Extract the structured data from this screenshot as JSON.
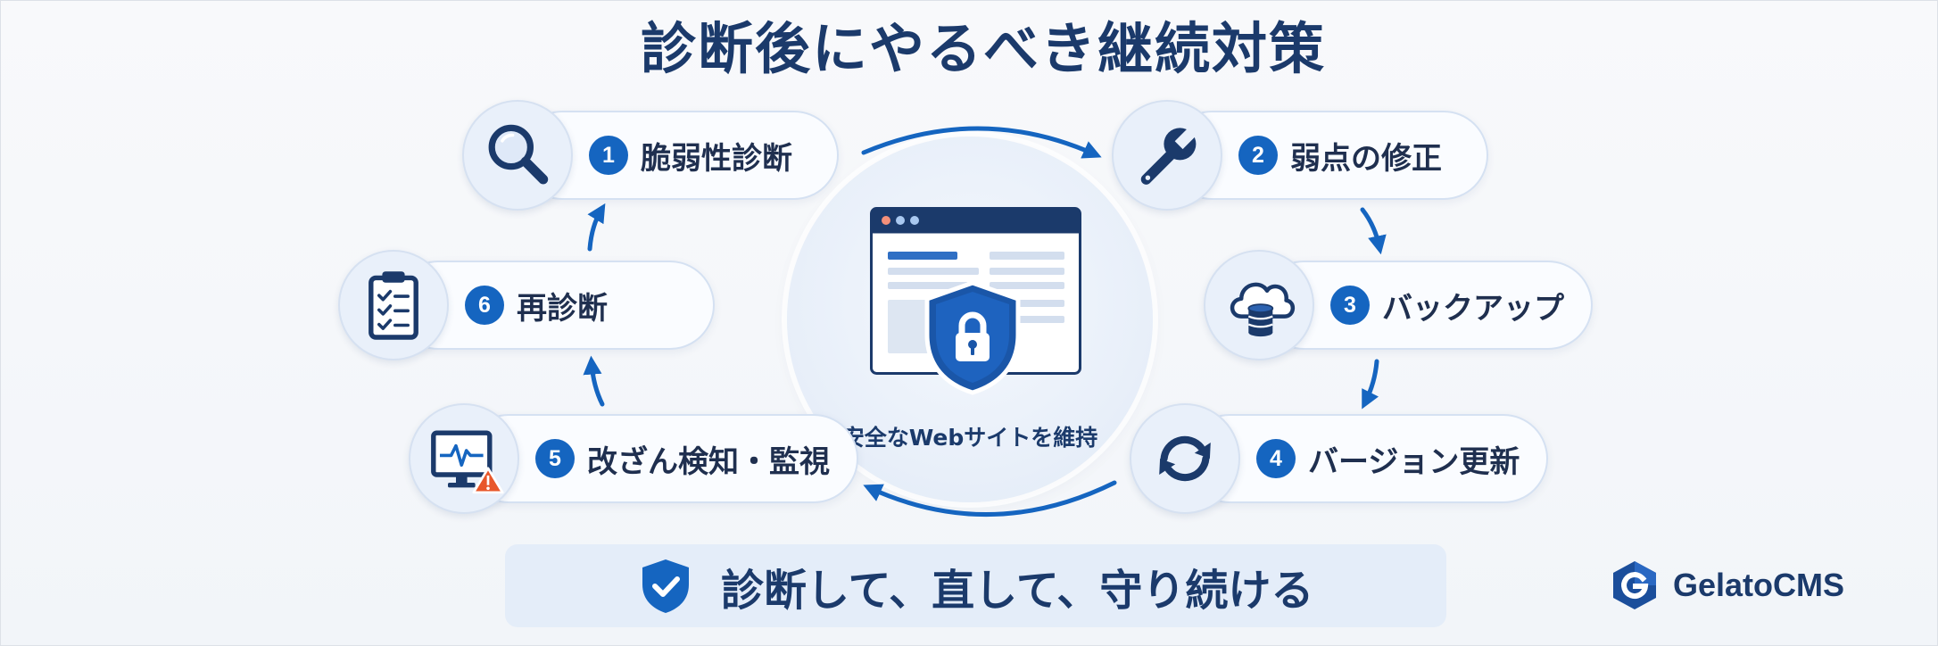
{
  "title": "診断後にやるべき継続対策",
  "steps": [
    {
      "number": "1",
      "label": "脆弱性診断",
      "icon": "magnifier-icon"
    },
    {
      "number": "2",
      "label": "弱点の修正",
      "icon": "wrench-icon"
    },
    {
      "number": "3",
      "label": "バックアップ",
      "icon": "cloud-database-icon"
    },
    {
      "number": "4",
      "label": "バージョン更新",
      "icon": "refresh-icon"
    },
    {
      "number": "5",
      "label": "改ざん検知・監視",
      "icon": "monitor-alert-icon"
    },
    {
      "number": "6",
      "label": "再診断",
      "icon": "clipboard-checklist-icon"
    }
  ],
  "center": {
    "caption": "安全なWebサイトを維持",
    "icon": "browser-shield-lock-icon"
  },
  "banner": {
    "text": "診断して、直して、守り続ける",
    "icon": "shield-check-icon"
  },
  "brand": {
    "name": "GelatoCMS",
    "icon": "hexagon-g-logo-icon"
  },
  "colors": {
    "title": "#1b3a6b",
    "accent": "#1565c0",
    "alert": "#e8572a",
    "background": "#f5f7fa",
    "panel": "#e4edf9"
  }
}
